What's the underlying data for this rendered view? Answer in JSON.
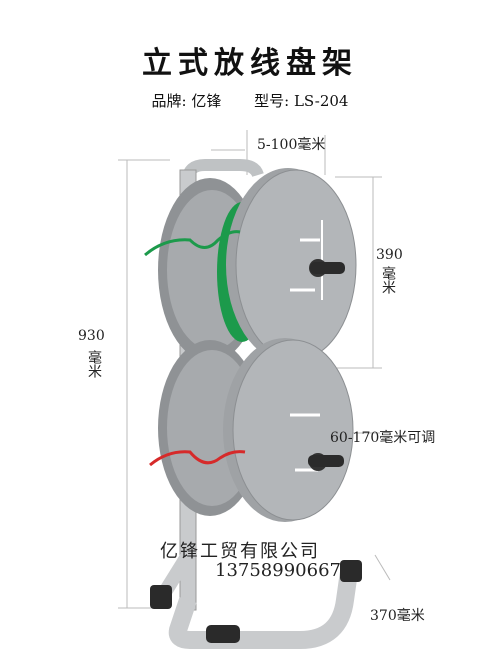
{
  "title": "立式放线盘架",
  "brand": "品牌: 亿锋",
  "model": "型号: LS-204",
  "dims": {
    "top_width": "5-100毫米",
    "reel_diameter_value": "390",
    "reel_diameter_unit": "毫米",
    "height_value": "930",
    "height_unit": "毫米",
    "adjust_range": "60-170毫米可调",
    "base_width": "370毫米"
  },
  "company": "亿锋工贸有限公司",
  "phone": "13758990667",
  "colors": {
    "frame": "#c9cbcd",
    "disc": "#a7aaad",
    "green_wire": "#1c9a4b",
    "red_wire": "#d62a2a"
  }
}
